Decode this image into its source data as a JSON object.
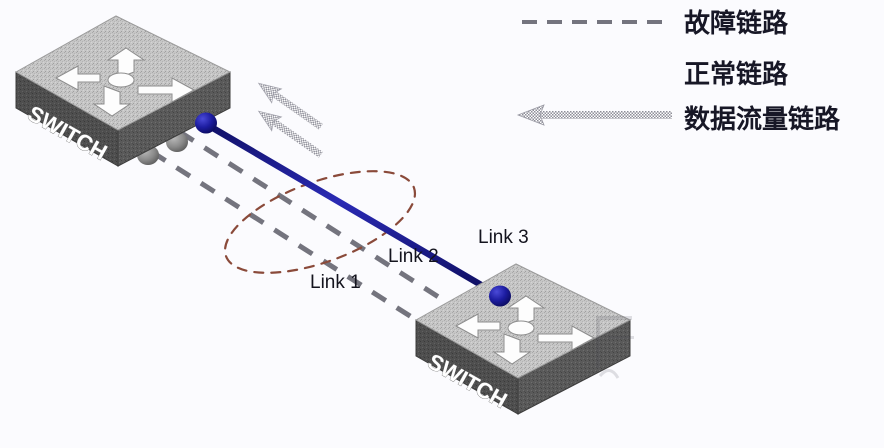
{
  "diagram": {
    "title": "Network switch link redundancy diagram",
    "background_color": "#fbfbfe"
  },
  "legend": {
    "items": [
      {
        "id": "faulty-link",
        "label": "故障链路",
        "style": "dashed",
        "color": "#74747e",
        "marker": "none"
      },
      {
        "id": "normal-link",
        "label": "正常链路",
        "style": "solid",
        "color": "#14148c",
        "marker": "none"
      },
      {
        "id": "data-traffic-link",
        "label": "数据流量链路",
        "style": "halftone-arrow",
        "color": "#8f8f99",
        "marker": "arrow-left"
      }
    ]
  },
  "devices": [
    {
      "id": "switch-top-left",
      "label": "SWITCH",
      "body_color": "#bfbfbf",
      "top_color": "#c9c9c9",
      "side_color": "#4a4a4a"
    },
    {
      "id": "switch-bottom-right",
      "label": "SWITCH",
      "body_color": "#bfbfbf",
      "top_color": "#c9c9c9",
      "side_color": "#4a4a4a"
    }
  ],
  "links": [
    {
      "id": "link-1",
      "label": "Link 1",
      "state": "faulty",
      "style": "dashed",
      "color": "#74747e"
    },
    {
      "id": "link-2",
      "label": "Link 2",
      "state": "faulty",
      "style": "dashed",
      "color": "#74747e"
    },
    {
      "id": "link-3",
      "label": "Link 3",
      "state": "normal",
      "style": "solid",
      "color": "#14148c"
    }
  ],
  "annotations": {
    "highlight_ellipse": {
      "id": "fault-highlight-ellipse",
      "color": "#8a4a3a",
      "style": "dashed"
    },
    "traffic_arrows": {
      "id": "traffic-flow-arrows",
      "color": "#9a9aa4",
      "count": 2,
      "direction": "up-left"
    }
  },
  "colors": {
    "accent_blue": "#14148c",
    "dash_gray": "#74747e",
    "ellipse_brown": "#8a4a3a",
    "text_dark": "#171726"
  }
}
